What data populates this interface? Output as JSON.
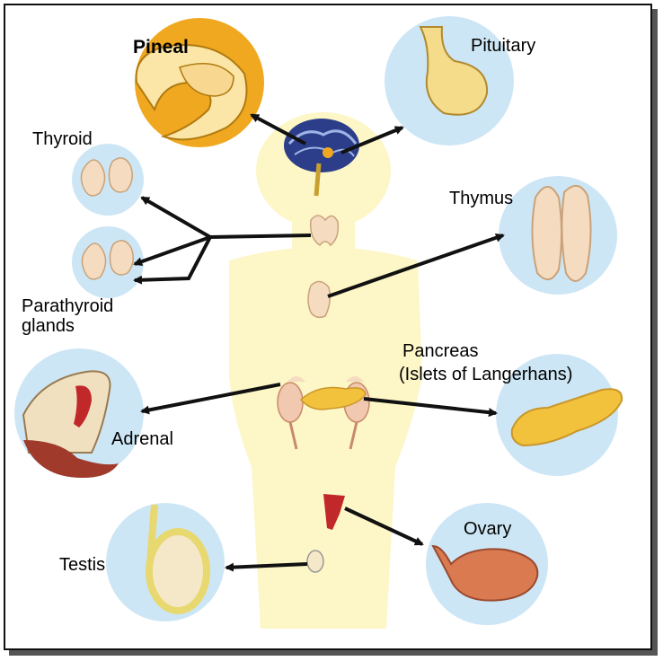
{
  "labels": {
    "pineal": "Pineal",
    "pituitary": "Pituitary",
    "thyroid": "Thyroid",
    "thymus": "Thymus",
    "parathyroid_line1": "Parathyroid",
    "parathyroid_line2": "glands",
    "pancreas_line1": "Pancreas",
    "pancreas_line2": "(Islets of Langerhans)",
    "adrenal": "Adrenal",
    "testis": "Testis",
    "ovary": "Ovary"
  },
  "colors": {
    "circle_fill": "#cde6f5",
    "body_fill": "#fdf6c6",
    "gland_fill": "#f5dcc0",
    "pancreas_fill": "#f2c23c",
    "pineal_bg": "#f0a820",
    "arrow": "#111111"
  }
}
